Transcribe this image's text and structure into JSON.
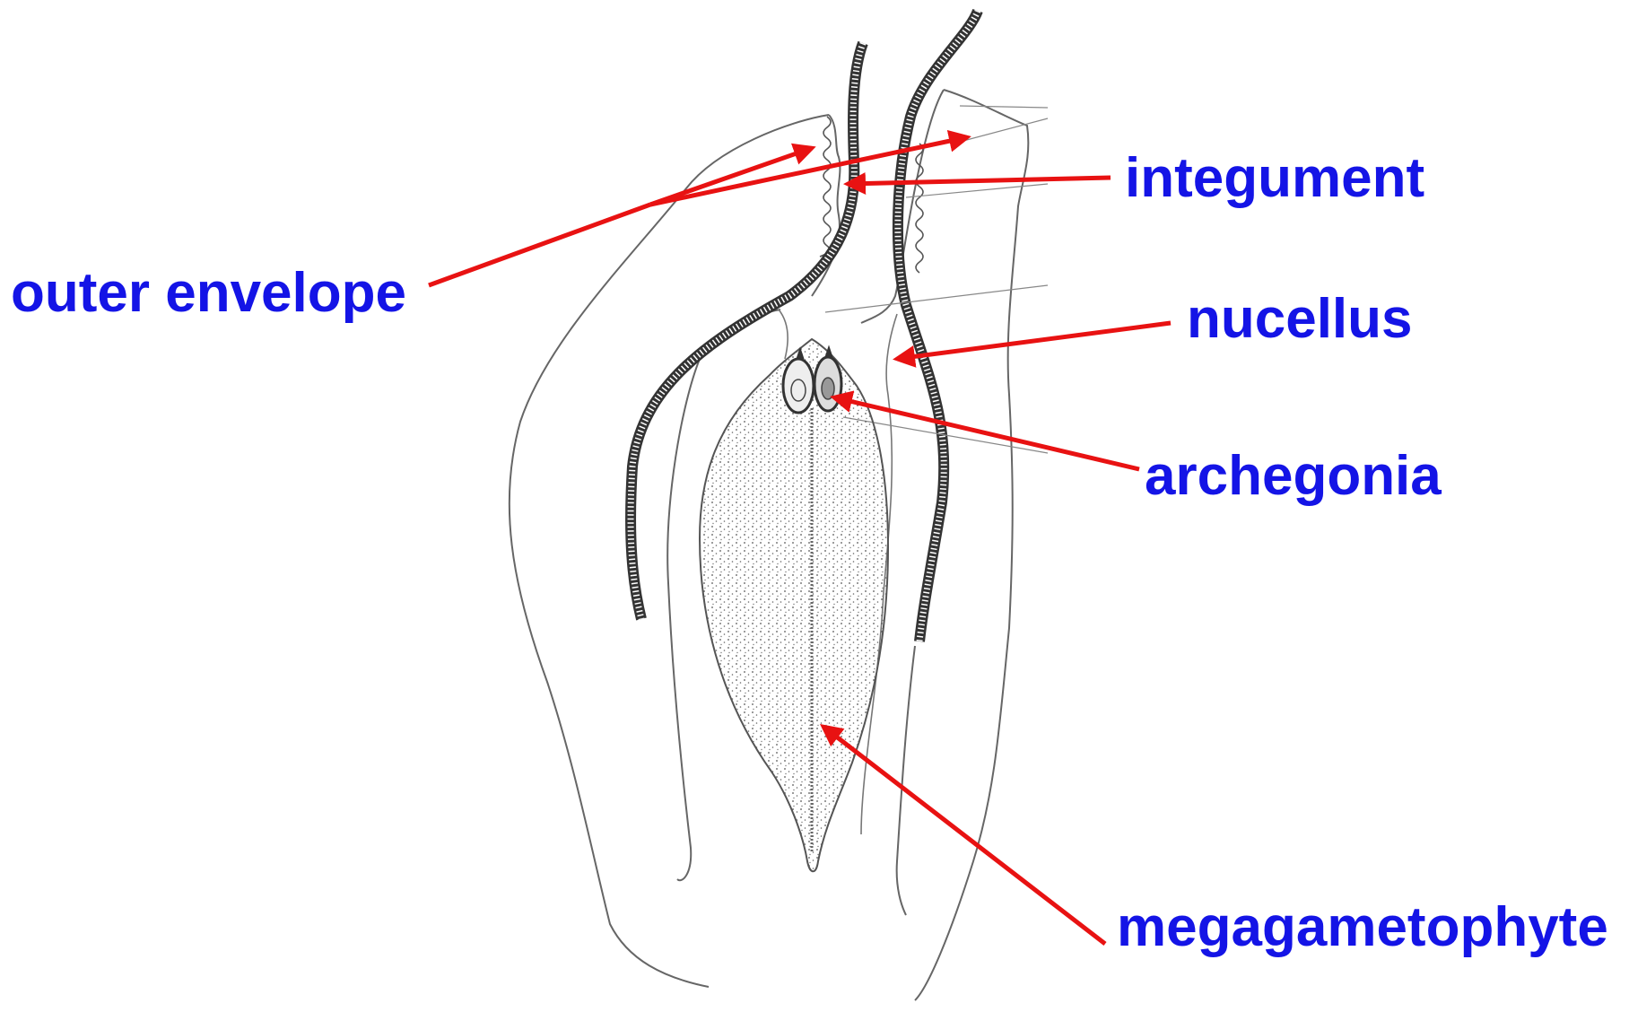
{
  "colors": {
    "label": "#1414e6",
    "arrow": "#e81212",
    "drawing": "#555555"
  },
  "labels": {
    "outer_envelope": "outer envelope",
    "integument": "integument",
    "nucellus": "nucellus",
    "archegonia": "archegonia",
    "megagametophyte": "megagametophyte"
  }
}
